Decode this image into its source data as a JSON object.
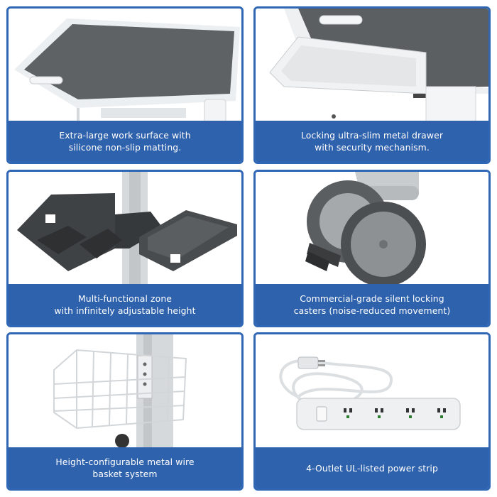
{
  "features": [
    {
      "line1": "Extra-large work surface with",
      "line2": "silicone non-slip matting.",
      "icon": "work-surface"
    },
    {
      "line1": "Locking ultra-slim metal drawer",
      "line2": "with security mechanism.",
      "icon": "locking-drawer"
    },
    {
      "line1": "Multi-functional zone",
      "line2": "with infinitely adjustable height",
      "icon": "multi-functional-tray"
    },
    {
      "line1": "Commercial-grade silent locking",
      "line2": "casters (noise-reduced movement)",
      "icon": "locking-caster"
    },
    {
      "line1": "Height-configurable metal wire",
      "line2": "basket system",
      "icon": "wire-basket"
    },
    {
      "line1": "4-Outlet UL-listed power strip",
      "line2": "",
      "icon": "power-strip"
    }
  ],
  "colors": {
    "border": "#2f66b5",
    "caption_bg": "#2f62ad",
    "caption_text": "#ffffff"
  }
}
